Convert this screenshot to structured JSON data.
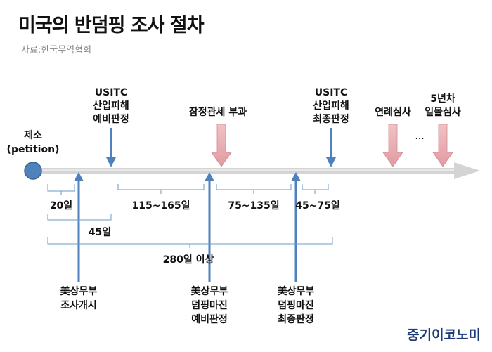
{
  "title": "미국의 반덤핑 조사 절차",
  "source": "자료:한국무역협회",
  "brand": "중기이코노미",
  "timeline": {
    "start_label": [
      "제소",
      "(petition)"
    ],
    "ellipsis": "···"
  },
  "events_above": [
    {
      "id": "itc-prelim",
      "lines": [
        "USITC",
        "산업피해",
        "예비판정"
      ]
    },
    {
      "id": "provisional-duty",
      "lines": [
        "잠정관세 부과"
      ]
    },
    {
      "id": "itc-final",
      "lines": [
        "USITC",
        "산업피해",
        "최종판정"
      ]
    },
    {
      "id": "annual-review",
      "lines": [
        "연례심사"
      ]
    },
    {
      "id": "sunset-review",
      "lines": [
        "5년차",
        "일몰심사"
      ]
    }
  ],
  "events_below": [
    {
      "id": "doc-initiation",
      "lines": [
        "美상무부",
        "조사개시"
      ]
    },
    {
      "id": "doc-prelim",
      "lines": [
        "美상무부",
        "덤핑마진",
        "예비판정"
      ]
    },
    {
      "id": "doc-final",
      "lines": [
        "美상무부",
        "덤핑마진",
        "최종판정"
      ]
    }
  ],
  "intervals": [
    {
      "id": "d20",
      "label": "20일"
    },
    {
      "id": "d115",
      "label": "115~165일"
    },
    {
      "id": "d75",
      "label": "75~135일"
    },
    {
      "id": "d45b",
      "label": "45~75일"
    },
    {
      "id": "d45",
      "label": "45일"
    },
    {
      "id": "d280",
      "label": "280일 이상"
    }
  ],
  "colors": {
    "blue": "#4f81bd",
    "pink": "#e6a5ab",
    "axis": "#c9c9c9",
    "bracket": "#6b9bc8",
    "dot": "#4f81bd"
  }
}
